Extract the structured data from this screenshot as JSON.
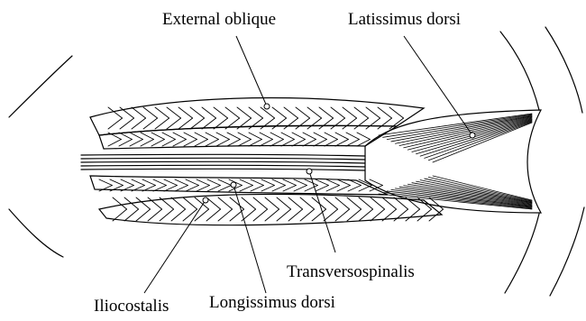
{
  "labels": {
    "external_oblique": "External oblique",
    "latissimus_dorsi": "Latissimus dorsi",
    "transversospinalis": "Transversospinalis",
    "iliocostalis": "Iliocostalis",
    "longissimus_dorsi": "Longissimus dorsi"
  },
  "colors": {
    "ink": "#000000",
    "background": "#ffffff"
  }
}
